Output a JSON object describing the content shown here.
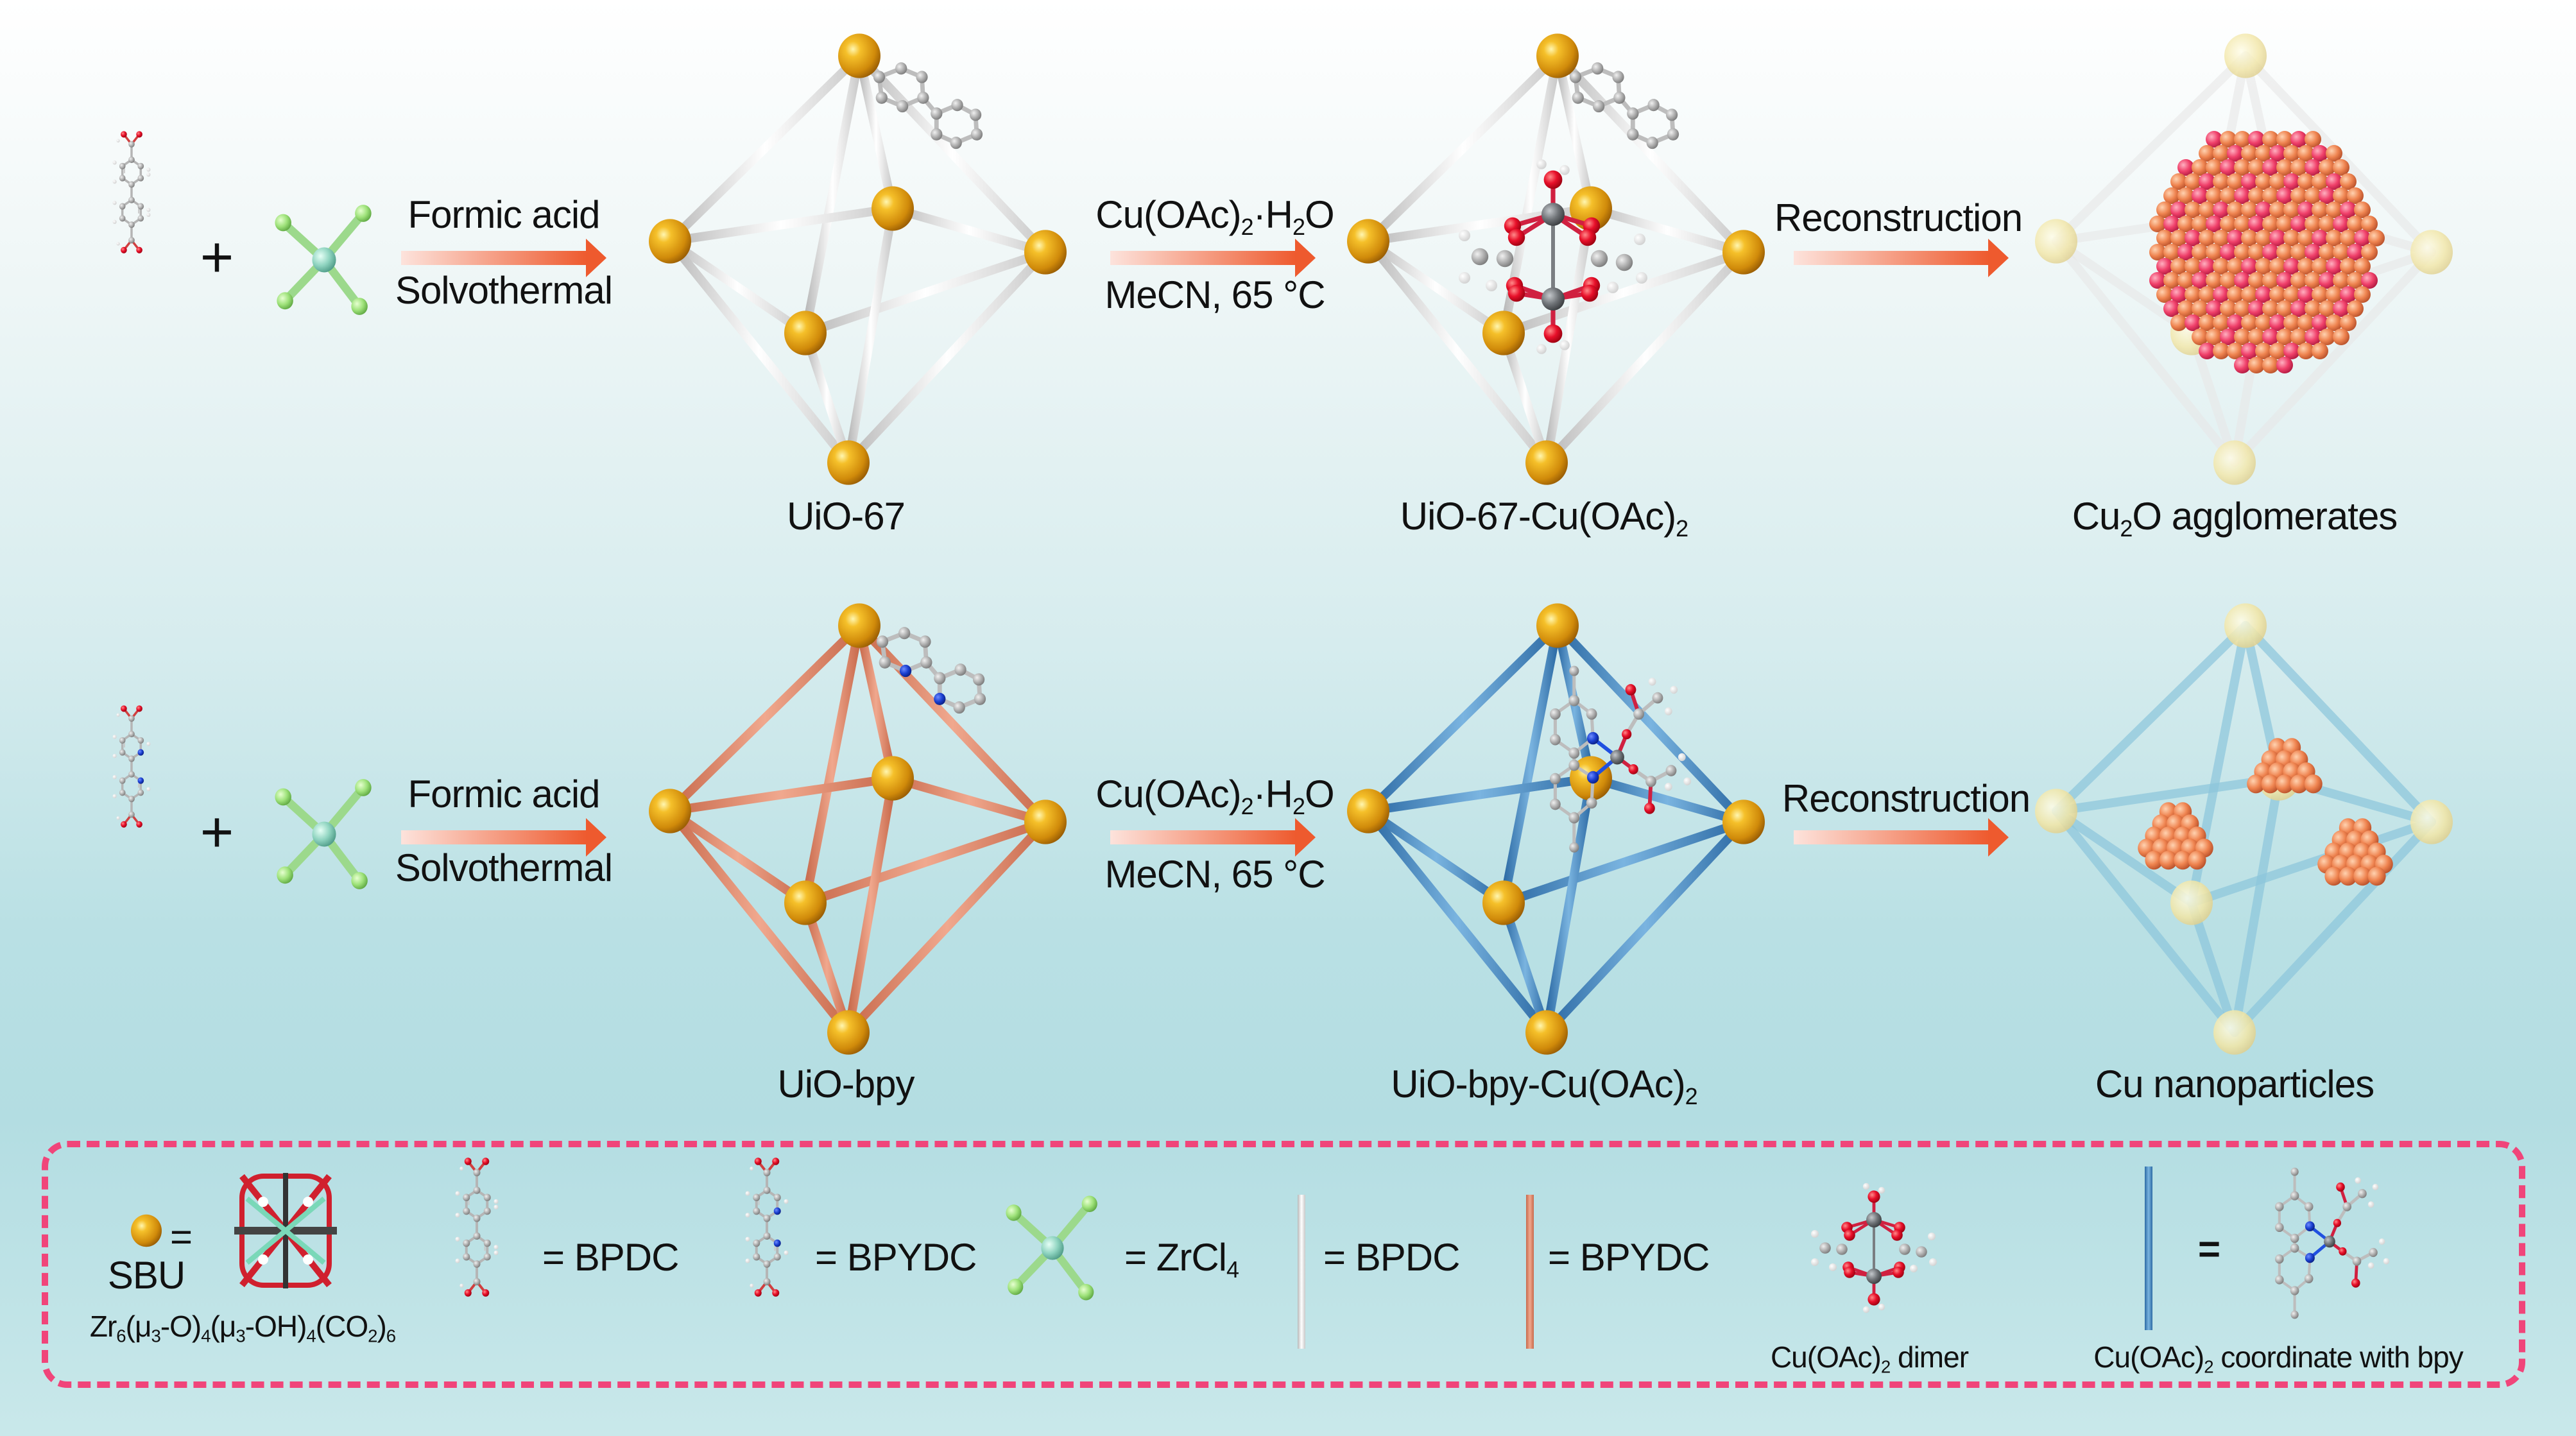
{
  "figure": {
    "rows": [
      {
        "id": "uio67",
        "reactant_linker": "BPDC",
        "reactant_metal": "ZrCl4",
        "plus": "+",
        "step1": {
          "top": "Formic acid",
          "bottom": "Solvothermal"
        },
        "framework": {
          "name": "UiO-67",
          "strut_color": "#d9d9d9"
        },
        "step2": {
          "top_main": "Cu(OAc)",
          "top_sub": "2",
          "top_tail": "·H",
          "top_sub2": "2",
          "top_end": "O",
          "bottom": "MeCN, 65 °C"
        },
        "loaded": {
          "name_main": "UiO-67-Cu(OAc)",
          "name_sub": "2"
        },
        "step3": {
          "top": "Reconstruction"
        },
        "product": {
          "name_pre": "Cu",
          "name_sub": "2",
          "name_post": "O agglomerates"
        }
      },
      {
        "id": "uiobpy",
        "reactant_linker": "BPYDC",
        "reactant_metal": "ZrCl4",
        "plus": "+",
        "step1": {
          "top": "Formic acid",
          "bottom": "Solvothermal"
        },
        "framework": {
          "name": "UiO-bpy",
          "strut_color": "#e5937a"
        },
        "step2": {
          "top_main": "Cu(OAc)",
          "top_sub": "2",
          "top_tail": "·H",
          "top_sub2": "2",
          "top_end": "O",
          "bottom": "MeCN, 65 °C"
        },
        "loaded": {
          "name_main": "UiO-bpy-Cu(OAc)",
          "name_sub": "2",
          "strut_color": "#4a8cc4"
        },
        "step3": {
          "top": "Reconstruction"
        },
        "product": {
          "name": "Cu nanoparticles"
        }
      }
    ],
    "legend": {
      "sbu_eq": "=",
      "sbu_label": "SBU",
      "sbu_formula": {
        "a": "Zr",
        "a_sub": "6",
        "b": "(μ",
        "b_sub": "3",
        "c": "-O)",
        "c_sub": "4",
        "d": "(μ",
        "d_sub": "3",
        "e": "-OH)",
        "e_sub": "4",
        "f": "(CO",
        "f_sub": "2",
        "g": ")",
        "g_sub": "6"
      },
      "bpdc_label": "= BPDC",
      "bpydc_label": "= BPYDC",
      "zrcl4_label": "= ZrCl",
      "zrcl4_sub": "4",
      "white_strut_label": "= BPDC",
      "orange_strut_label": "= BPYDC",
      "dimer_label_main": "Cu(OAc)",
      "dimer_label_sub": "2",
      "dimer_label_tail": " dimer",
      "bpy_eq": "=",
      "bpy_label_main": "Cu(OAc)",
      "bpy_label_sub": "2",
      "bpy_label_tail": " coordinate with bpy"
    },
    "colors": {
      "sbu_gold": "#e5a418",
      "arrow_orange": "#ee5a2e",
      "oxygen": "#e8102a",
      "carbon": "#a9a9a9",
      "hydrogen": "#f4f4f4",
      "nitrogen": "#1a3fd0",
      "chlorine": "#9ee27a",
      "zirconium": "#8fd4c0",
      "copper_atom": "#6f7377",
      "legend_border": "#f0457a",
      "cu2o_orange": "#ee8a50",
      "cu2o_pink": "#f0406a",
      "cu_np": "#ef7a4c",
      "faded_sbu": "#f3eab0"
    }
  }
}
